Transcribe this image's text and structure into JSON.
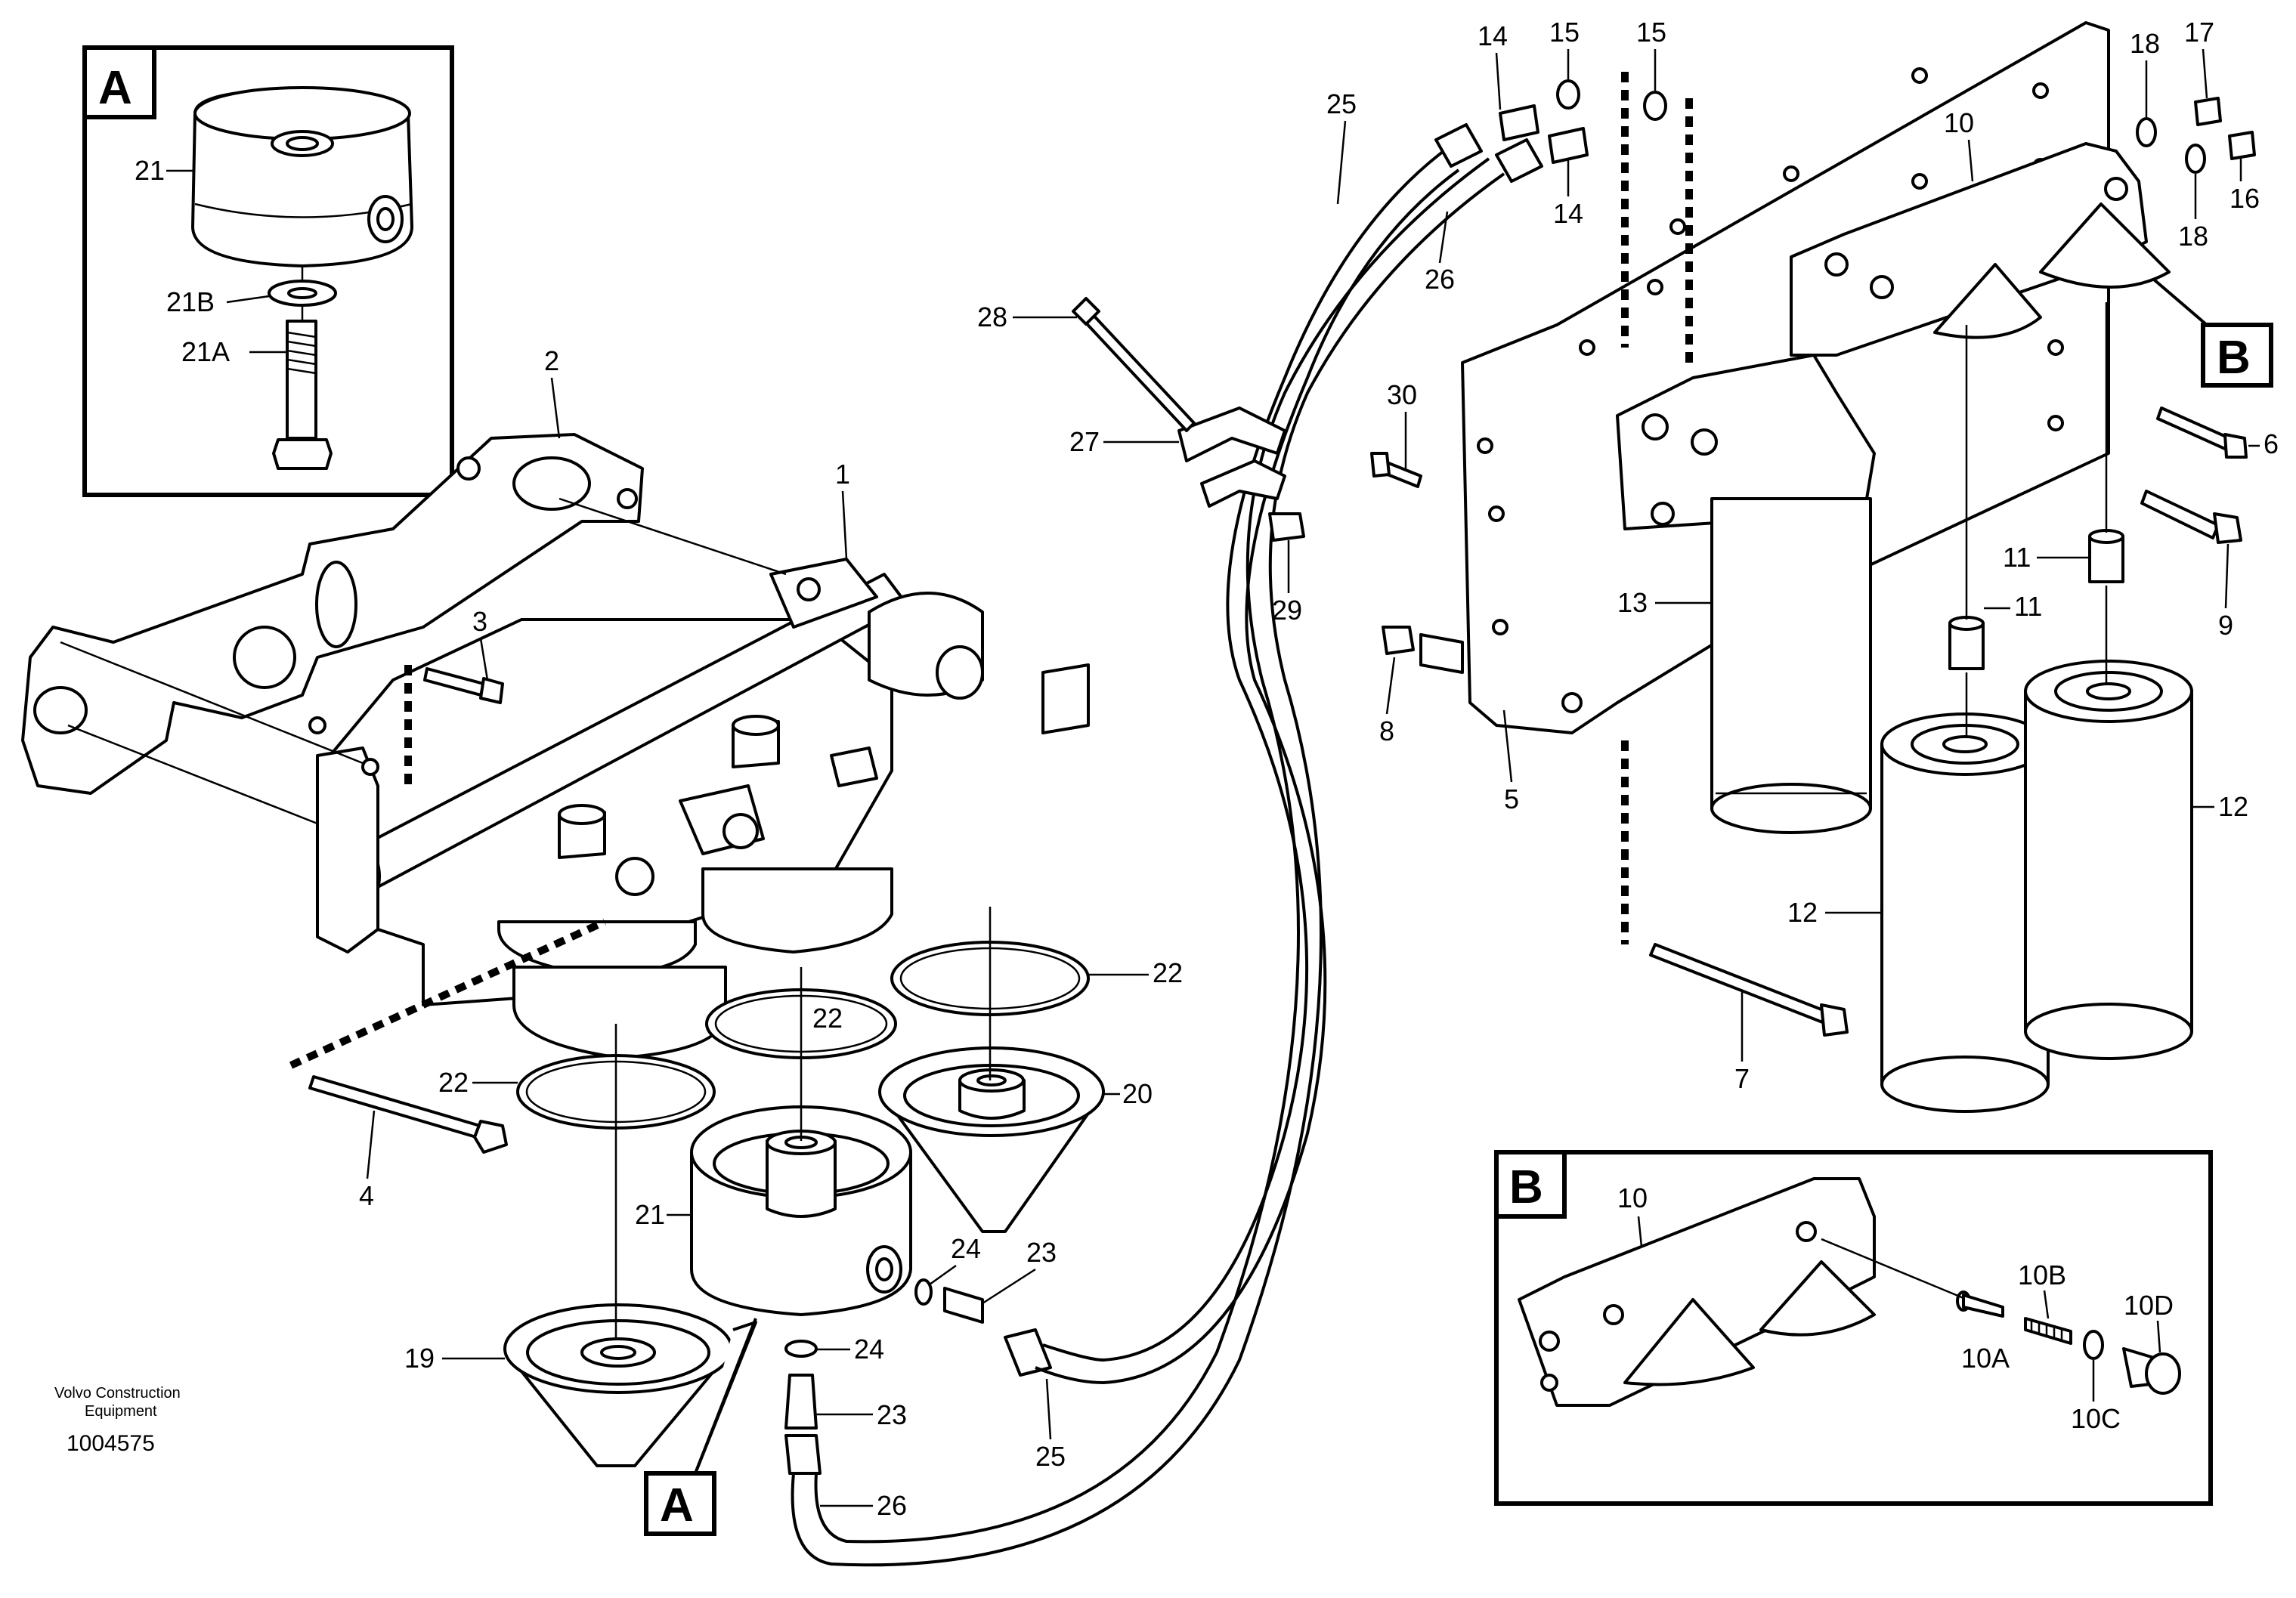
{
  "document": {
    "publisher_line1": "Volvo Construction",
    "publisher_line2": "Equipment",
    "drawing_number": "1004575"
  },
  "detail_boxes": [
    {
      "letter": "A"
    },
    {
      "letter": "B"
    }
  ],
  "callout_markers": {
    "a": "A",
    "b": "B"
  },
  "labels": {
    "p1": "1",
    "p2": "2",
    "p3": "3",
    "p4": "4",
    "p5": "5",
    "p6": "6",
    "p7": "7",
    "p8": "8",
    "p9": "9",
    "p10": "10",
    "p10_detail": "10",
    "p10A": "10A",
    "p10B": "10B",
    "p10C": "10C",
    "p10D": "10D",
    "p11a": "11",
    "p11b": "11",
    "p12a": "12",
    "p12b": "12",
    "p13": "13",
    "p14a": "14",
    "p14b": "14",
    "p15a": "15",
    "p15b": "15",
    "p16": "16",
    "p17": "17",
    "p18a": "18",
    "p18b": "18",
    "p19": "19",
    "p20": "20",
    "p21": "21",
    "p21_detail": "21",
    "p21A": "21A",
    "p21B": "21B",
    "p22a": "22",
    "p22b": "22",
    "p22c": "22",
    "p23a": "23",
    "p23b": "23",
    "p24a": "24",
    "p24b": "24",
    "p25a": "25",
    "p25b": "25",
    "p26a": "26",
    "p26b": "26",
    "p27": "27",
    "p28": "28",
    "p29": "29",
    "p30": "30"
  }
}
